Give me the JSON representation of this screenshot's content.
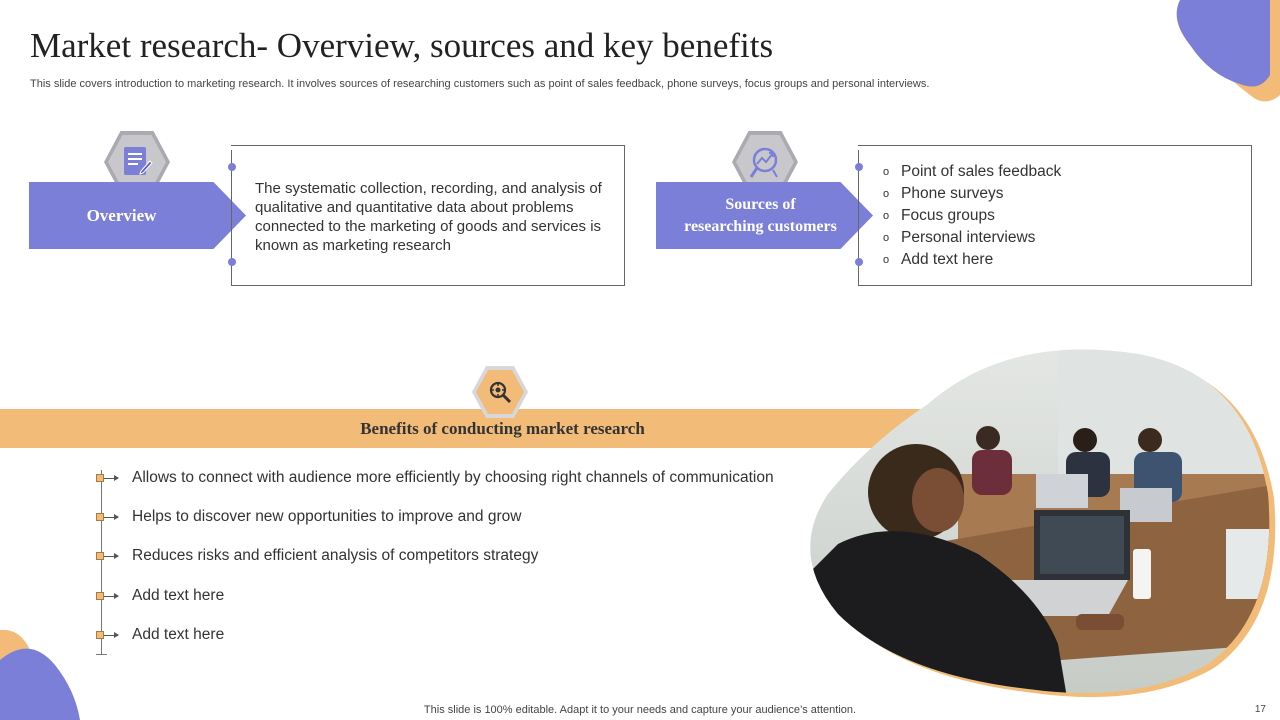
{
  "title": "Market research- Overview, sources and key benefits",
  "subtitle": "This slide covers introduction to marketing research. It involves sources of researching customers such as point of sales feedback, phone surveys, focus groups and personal interviews.",
  "overview": {
    "label": "Overview",
    "icon": "document-icon",
    "text": "The systematic collection, recording, and analysis of qualitative and quantitative data about problems connected to the marketing of goods and services is known as marketing research"
  },
  "sources": {
    "label_line1": "Sources of",
    "label_line2": "researching customers",
    "icon": "analytics-icon",
    "items": [
      "Point of sales feedback",
      "Phone surveys",
      "Focus groups",
      "Personal interviews",
      "Add text here"
    ],
    "bullet": "o"
  },
  "benefits": {
    "title": "Benefits of conducting market research",
    "icon": "magnifier-gear-icon",
    "items": [
      "Allows to connect with audience more efficiently by choosing right channels of communication",
      "Helps to discover new opportunities to improve and grow",
      "Reduces risks and efficient analysis of competitors strategy",
      "Add text here",
      "Add text here"
    ]
  },
  "photo": {
    "subject": "team-meeting-photo"
  },
  "footer": "This slide is 100% editable. Adapt it to your needs and capture your audience’s attention.",
  "page_number": "17",
  "colors": {
    "accent_purple": "#7b7fd8",
    "accent_orange": "#f2bc78",
    "hex_gray": "#c8c8cc"
  }
}
